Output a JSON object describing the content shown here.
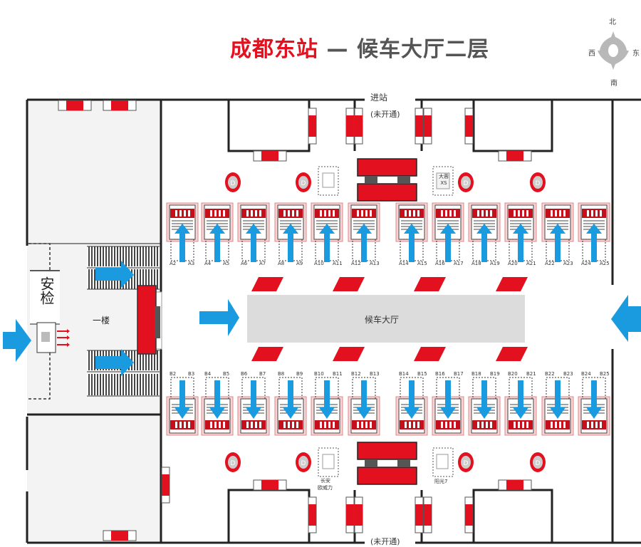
{
  "title": {
    "station": "成都东站",
    "separator": "—",
    "floor": "候车大厅二层"
  },
  "compass": {
    "north": "北",
    "south": "南",
    "east": "东",
    "west": "西"
  },
  "entrances": {
    "top_label": "进站",
    "top_status": "(未开通)",
    "bottom_status": "(未开通)"
  },
  "areas": {
    "security_check": "安检",
    "first_floor": "一楼",
    "waiting_hall": "候车大厅"
  },
  "shops": {
    "top_right": "大蓉XS",
    "bottom_left_line1": "长安",
    "bottom_left_line2": "欧威力",
    "bottom_right": "阳光7"
  },
  "gates_top": [
    [
      "A2",
      "A3"
    ],
    [
      "A4",
      "A5"
    ],
    [
      "A6",
      "A7"
    ],
    [
      "A8",
      "A9"
    ],
    [
      "A10",
      "A11"
    ],
    [
      "A12",
      "A13"
    ],
    [
      "A14",
      "A15"
    ],
    [
      "A16",
      "A17"
    ],
    [
      "A18",
      "A19"
    ],
    [
      "A20",
      "A21"
    ],
    [
      "A22",
      "A23"
    ],
    [
      "A24",
      "A25"
    ]
  ],
  "gates_bottom": [
    [
      "B2",
      "B3"
    ],
    [
      "B4",
      "B5"
    ],
    [
      "B6",
      "B7"
    ],
    [
      "B8",
      "B9"
    ],
    [
      "B10",
      "B11"
    ],
    [
      "B12",
      "B13"
    ],
    [
      "B14",
      "B15"
    ],
    [
      "B16",
      "B17"
    ],
    [
      "B18",
      "B19"
    ],
    [
      "B20",
      "B21"
    ],
    [
      "B22",
      "B23"
    ],
    [
      "B24",
      "B25"
    ]
  ],
  "icons": {
    "drinking_water": "D"
  },
  "colors": {
    "red": "#e3101f",
    "blue": "#1a9be0",
    "wall": "#222222",
    "hall_grey": "#dcdcdd",
    "zone_grey": "#f3f3f3"
  }
}
